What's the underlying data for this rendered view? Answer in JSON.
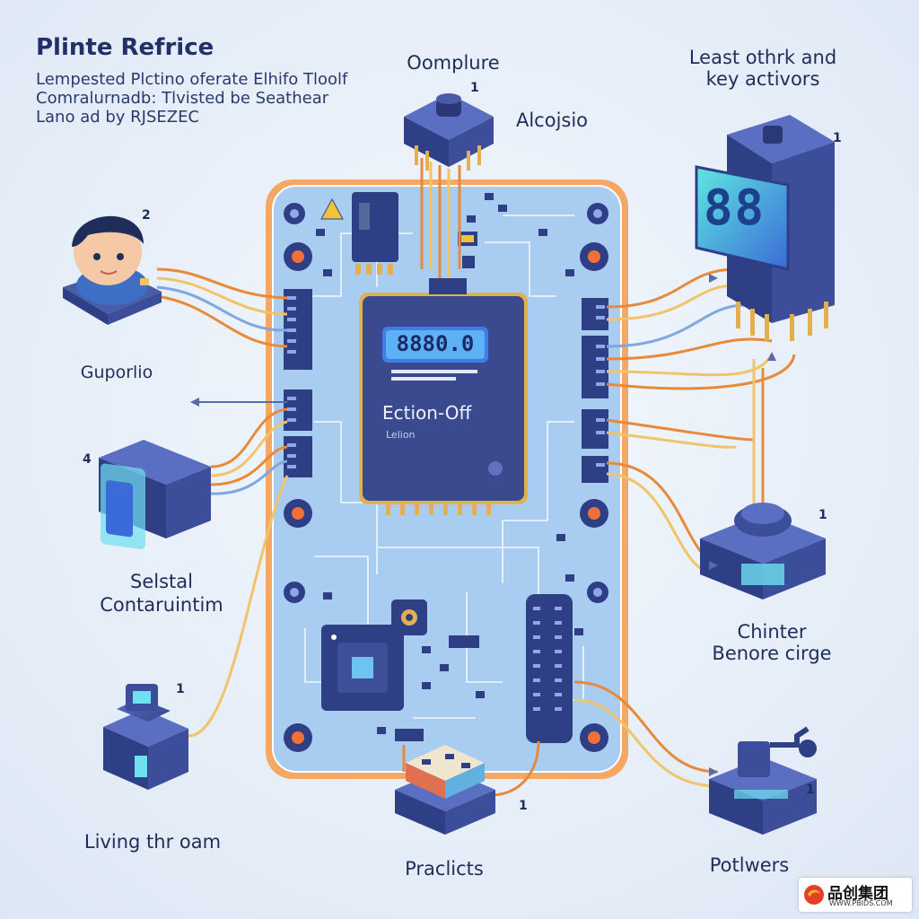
{
  "header": {
    "title": "Plinte Refrice",
    "subtitle_lines": [
      "Lempested Plctino oferate Elhifo Tloolf",
      "Comralurnadb: Tlvisted be Seathear",
      "Lano ad by RJSEZEC"
    ]
  },
  "chip": {
    "display_value": "8880.0",
    "name": "Ection-Off",
    "sub": "Lelion"
  },
  "labels": {
    "top_center": "Oomplure",
    "top_center_sub": "Alcojsio",
    "top_right_line1": "Least othrk and",
    "top_right_line2": "key activors",
    "left_user": "Guporlio",
    "left_mid_line1": "Selstal",
    "left_mid_line2": "Contaruintim",
    "left_bottom": "Living thr oam",
    "bottom_center": "Praclicts",
    "right_mid_line1": "Chinter",
    "right_mid_line2": "Benore cirge",
    "right_bottom": "Potlwers"
  },
  "badges": {
    "n1": "1",
    "n2": "2",
    "n3": "1",
    "n4": "4",
    "n5": "1",
    "n6": "1",
    "n7": "1",
    "n8": "1"
  },
  "display_right": "88",
  "watermark": {
    "brand": "品创集团",
    "url": "WWW.PBIDS.COM"
  },
  "colors": {
    "board": "#a9cdf0",
    "board_border": "#f0a35a",
    "chip": "#3b4a8f",
    "wire_orange": "#e9893a",
    "wire_yellow": "#f1c46a",
    "component": "#3d4f9a"
  }
}
